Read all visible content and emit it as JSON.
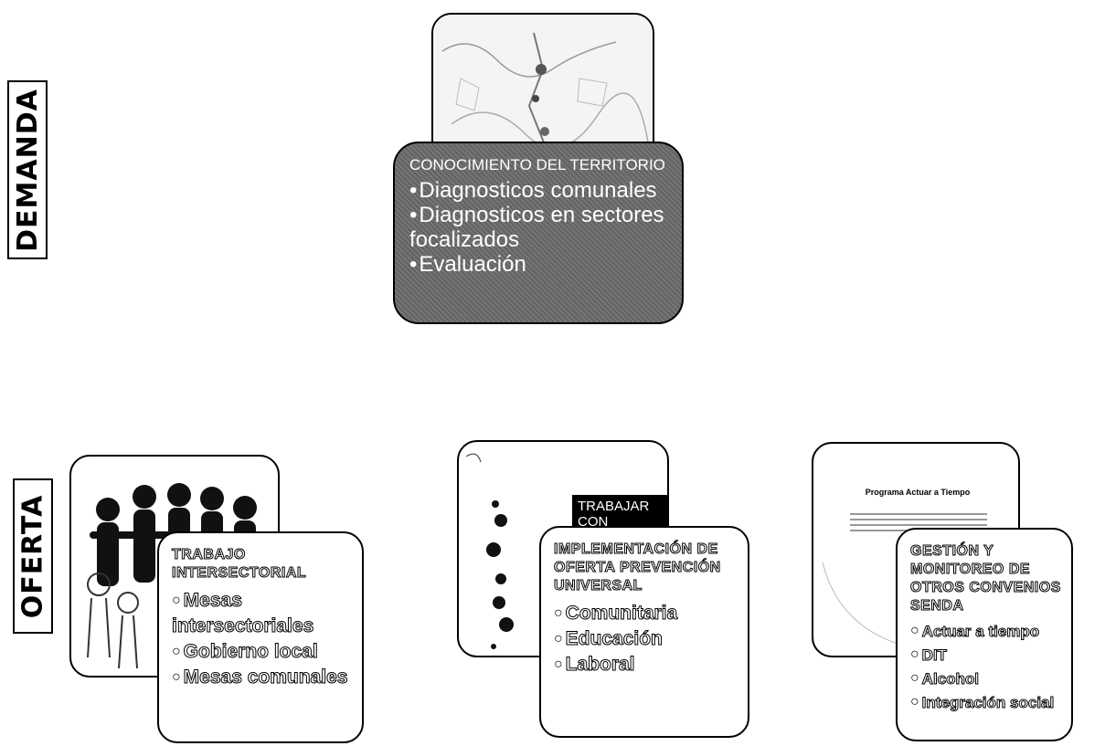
{
  "labels": {
    "demanda": "DEMANDA",
    "oferta": "OFERTA"
  },
  "demanda_box": {
    "heading": "CONOCIMIENTO DEL TERRITORIO",
    "items": [
      "Diagnosticos comunales",
      "Diagnosticos en sectores focalizados",
      "Evaluación"
    ]
  },
  "oferta_boxes": [
    {
      "heading": "TRABAJO INTERSECTORIAL",
      "items": [
        "Mesas intersectoriales",
        "Gobierno local",
        "Mesas comunales"
      ]
    },
    {
      "heading": "IMPLEMENTACIÓN DE OFERTA PREVENCIÓN UNIVERSAL",
      "items": [
        "Comunitaria",
        "Educación",
        "Laboral"
      ]
    },
    {
      "heading": "GESTIÓN Y MONITOREO DE OTROS CONVENIOS SENDA",
      "items": [
        "Actuar a tiempo",
        "DIT",
        "Alcohol",
        "Integración social"
      ]
    }
  ],
  "photo2_banner": "TRABAJAR CON",
  "photo3_doc": {
    "title": "Programa Actuar a Tiempo"
  },
  "colors": {
    "dark_box": "#6a6a6a",
    "border": "#000000",
    "people": "#111111"
  }
}
